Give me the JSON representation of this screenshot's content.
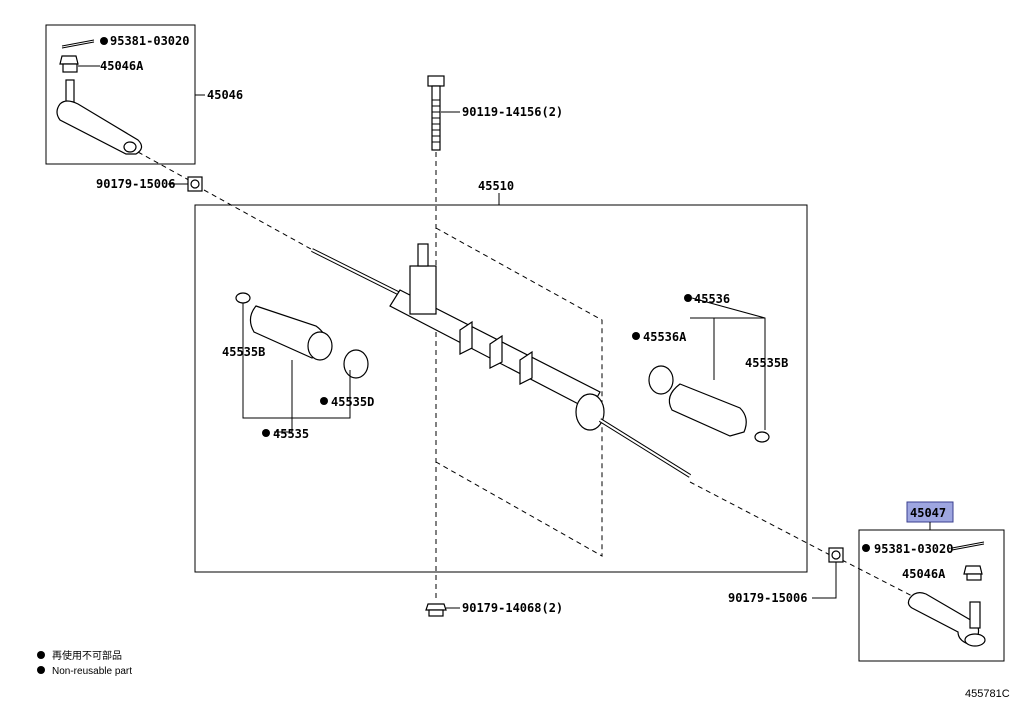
{
  "labels": {
    "p95381_top": "95381-03020",
    "p45046A_top": "45046A",
    "p45046": "45046",
    "p90179_15006_left": "90179-15006",
    "p90119": "90119-14156(2)",
    "p45510": "45510",
    "p45535B_left": "45535B",
    "p45535D": "45535D",
    "p45535": "45535",
    "p45536": "45536",
    "p45536A": "45536A",
    "p45535B_right": "45535B",
    "p45047": "45047",
    "p95381_bottom": "95381-03020",
    "p45046A_bottom": "45046A",
    "p90179_15006_right": "90179-15006",
    "p90179_14068": "90179-14068(2)"
  },
  "legend": {
    "jp": "再使用不可部品",
    "en": "Non-reusable part"
  },
  "ref_code": "455781C",
  "colors": {
    "highlight": "#9ea6e0"
  }
}
